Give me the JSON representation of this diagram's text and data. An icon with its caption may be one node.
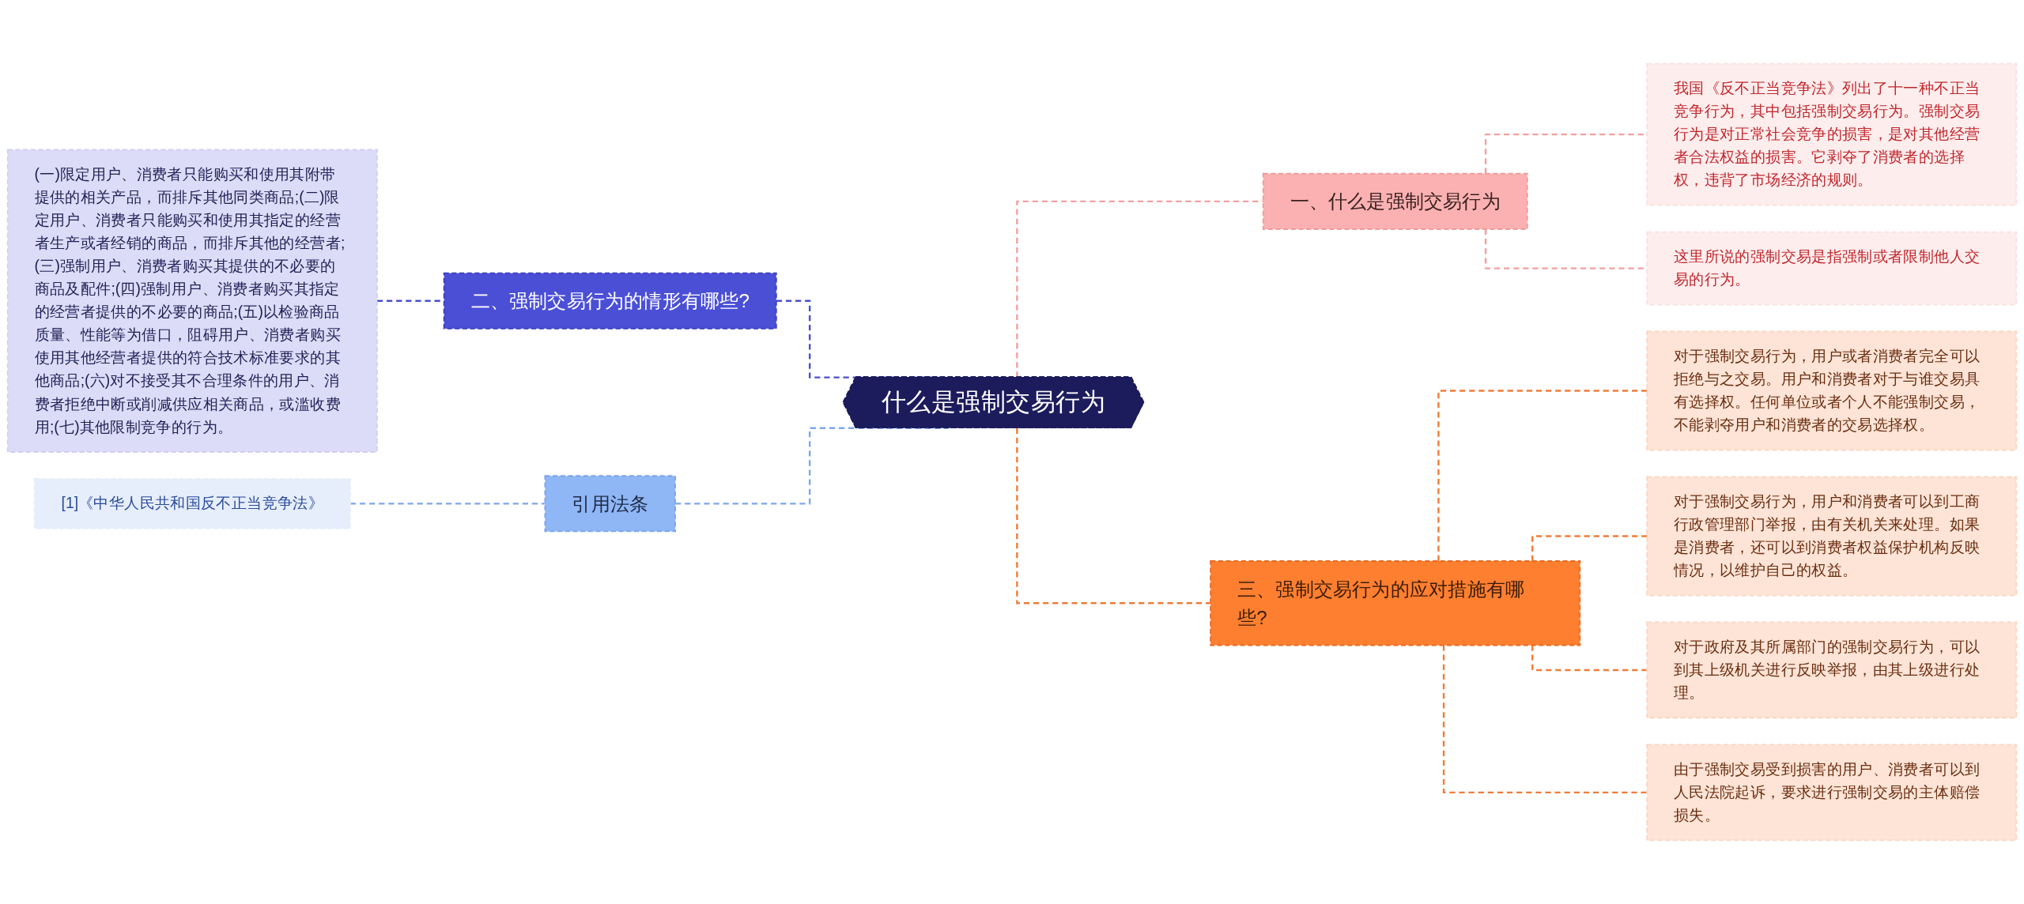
{
  "diagram": {
    "nodes": [
      {
        "text": [
          "什么是强制交易行为"
        ]
      },
      {
        "text": [
          "一、什么是强制交易行为"
        ]
      },
      {
        "text": [
          "我国《反不正当竞争法》列出了十一种不正当竞争行为，其中包括强制交易行为。强制交易行为是对正常社会竞争的损害，是对其他经营者合法权益的损害。它剥夺了消费者的选择权，违背了市场经济的规则。"
        ]
      },
      {
        "text": [
          "这里所说的强制交易是指强制或者限制他人交易的行为。"
        ]
      },
      {
        "text": [
          "二、强制交易行为的情形有哪些?"
        ]
      },
      {
        "text": [
          "(一)限定用户、消费者只能购买和使用其附带提供的相关产品，而排斥其他同类商品;(二)限定用户、消费者只能购买和使用其指定的经营者生产或者经销的商品，而排斥其他的经营者;(三)强制用户、消费者购买其提供的不必要的商品及配件;(四)强制用户、消费者购买其指定的经营者提供的不必要的商品;(五)以检验商品质量、性能等为借口，阻碍用户、消费者购买使用其他经营者提供的符合技术标准要求的其他商品;(六)对不接受其不合理条件的用户、消费者拒绝中断或削减供应相关商品，或滥收费用;(七)其他限制竞争的行为。"
        ]
      },
      {
        "text": [
          "三、强制交易行为的应对措施有哪些?"
        ]
      },
      {
        "text": [
          "对于强制交易行为，用户或者消费者完全可以拒绝与之交易。用户和消费者对于与谁交易具有选择权。任何单位或者个人不能强制交易，不能剥夺用户和消费者的交易选择权。"
        ]
      },
      {
        "text": [
          "对于强制交易行为，用户和消费者可以到工商行政管理部门举报，由有关机关来处理。如果是消费者，还可以到消费者权益保护机构反映情况，以维护自己的权益。"
        ]
      },
      {
        "text": [
          "对于政府及其所属部门的强制交易行为，可以到其上级机关进行反映举报，由其上级进行处理。"
        ]
      },
      {
        "text": [
          "由于强制交易受到损害的用户、消费者可以到人民法院起诉，要求进行强制交易的主体赔偿损失。"
        ]
      },
      {
        "text": [
          "引用法条"
        ]
      },
      {
        "text": [
          "[1]《中华人民共和国反不正当竞争法》"
        ]
      }
    ],
    "edges": [
      {
        "from": 0,
        "to": 1,
        "arrow": "none",
        "style": "dashed",
        "color": "#f2a0a0"
      },
      {
        "from": 1,
        "to": 2,
        "arrow": "none",
        "style": "dashed",
        "color": "#f2a0a0"
      },
      {
        "from": 1,
        "to": 3,
        "arrow": "none",
        "style": "dashed",
        "color": "#f2a0a0"
      },
      {
        "from": 0,
        "to": 6,
        "arrow": "none",
        "style": "dashed",
        "color": "#ef7d3a"
      },
      {
        "from": 6,
        "to": 7,
        "arrow": "none",
        "style": "dashed",
        "color": "#ef7d3a"
      },
      {
        "from": 6,
        "to": 8,
        "arrow": "none",
        "style": "dashed",
        "color": "#ef7d3a"
      },
      {
        "from": 6,
        "to": 9,
        "arrow": "none",
        "style": "dashed",
        "color": "#ef7d3a"
      },
      {
        "from": 6,
        "to": 10,
        "arrow": "none",
        "style": "dashed",
        "color": "#ef7d3a"
      },
      {
        "from": 4,
        "to": 0,
        "arrow": "none",
        "style": "dashed",
        "color": "#4a4fcf"
      },
      {
        "from": 5,
        "to": 4,
        "arrow": "none",
        "style": "dashed",
        "color": "#4a4fcf"
      },
      {
        "from": 11,
        "to": 0,
        "arrow": "none",
        "style": "dashed",
        "color": "#7ea6ec"
      },
      {
        "from": 12,
        "to": 11,
        "arrow": "none",
        "style": "dashed",
        "color": "#7ea6ec"
      }
    ]
  }
}
